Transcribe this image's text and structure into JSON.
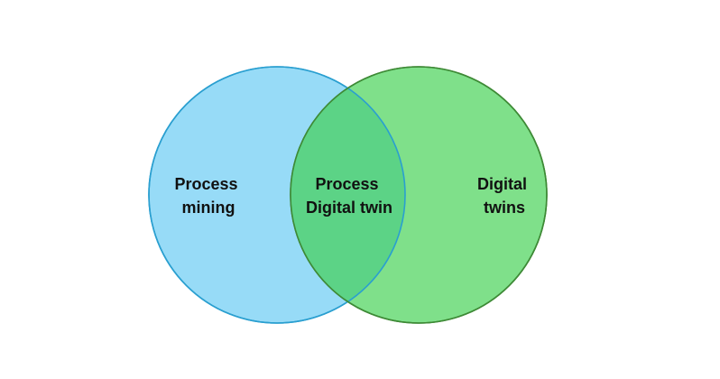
{
  "diagram": {
    "type": "venn",
    "sets": [
      {
        "id": "left",
        "lines": [
          "Process",
          "mining"
        ],
        "fill": "#97dbf7",
        "stroke": "#2a9fd0"
      },
      {
        "id": "right",
        "lines": [
          "Digital",
          "twins"
        ],
        "fill": "#7fe08a",
        "stroke": "#3e8a36"
      }
    ],
    "intersection": {
      "lines": [
        "Process",
        "Digital twin"
      ],
      "fill": "#5cd386"
    }
  }
}
